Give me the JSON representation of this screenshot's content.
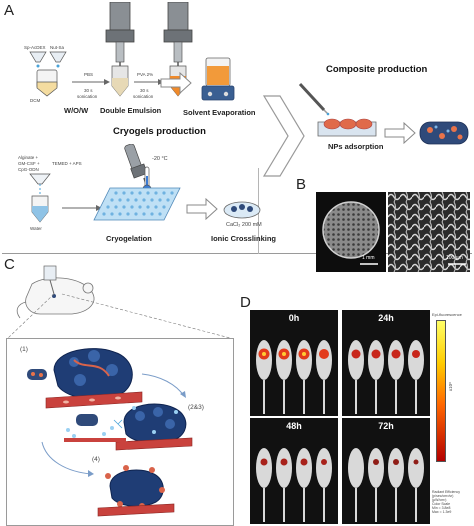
{
  "panel_letters": {
    "a": "A",
    "b": "B",
    "c": "C",
    "d": "D"
  },
  "panel_a": {
    "emulsion_inputs": {
      "left": "Sp-AcDEX",
      "right": "Nut-Sa",
      "tube": "DCM"
    },
    "step1": {
      "reagent": "PBS",
      "time": "30 s",
      "method": "sonication"
    },
    "step2": {
      "reagent": "PVA 2%",
      "time": "30 s",
      "method": "sonication"
    },
    "emulsion_labels": {
      "wow": "W/O/W",
      "double": "Double Emulsion"
    },
    "solvent_evaporation": "Solvent Evaporation",
    "composite_title": "Composite production",
    "nps_adsorption": "NPs adsorption",
    "cryogels_title": "Cryogels production",
    "cryo_inputs": {
      "alginate": "Alginate +",
      "gmcsf": "GM-CSF +",
      "cpg": "CpG-ODN",
      "temed": "TEMED + APS"
    },
    "water": "Water",
    "temperature": "-20 °C",
    "cryogelation": "Cryogelation",
    "cacl2": "CaCl₂ 200 mM",
    "ionic": "Ionic Crosslinking"
  },
  "panel_b": {
    "scale1": "1 mm",
    "scale2": "100 µm"
  },
  "panel_c": {
    "step1": "(1)",
    "step23": "(2&3)",
    "step4": "(4)"
  },
  "panel_d": {
    "times": [
      "0h",
      "24h",
      "48h",
      "72h"
    ],
    "colorbar_title": "Epi-fluorescence",
    "colorbar_unit": "x10⁸",
    "colorbar_footer": [
      "Radiant Efficiency",
      "(p/sec/cm²/sr)",
      "(μW/cm²)",
      "Color Scale",
      "Min = 3.8e8",
      "Max = 1.3e9"
    ]
  }
}
